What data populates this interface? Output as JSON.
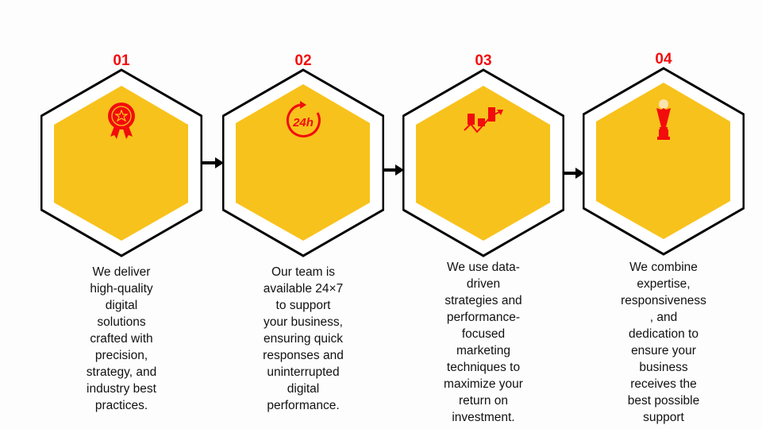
{
  "colors": {
    "accent": "#f20c0c",
    "fill": "#f8c21c",
    "outline": "#000000"
  },
  "steps": [
    {
      "number": "01",
      "icon": "award-ribbon-icon",
      "text": "We deliver\nhigh-quality\ndigital\nsolutions\ncrafted with\nprecision,\nstrategy, and\nindustry best\npractices."
    },
    {
      "number": "02",
      "icon": "24-hour-clock-icon",
      "icon_text": "24h",
      "text": "Our team is\navailable 24×7\nto support\nyour business,\nensuring quick\nresponses and\nuninterrupted\ndigital\nperformance."
    },
    {
      "number": "03",
      "icon": "growth-chart-icon",
      "text": "We use data-\ndriven\nstrategies and\nperformance-\nfocused\nmarketing\ntechniques to\nmaximize your\nreturn on\ninvestment."
    },
    {
      "number": "04",
      "icon": "trophy-icon",
      "text": "We combine\nexpertise,\nresponsiveness\n, and\ndedication to\nensure your\nbusiness\nreceives the\nbest possible\nsupport"
    }
  ]
}
